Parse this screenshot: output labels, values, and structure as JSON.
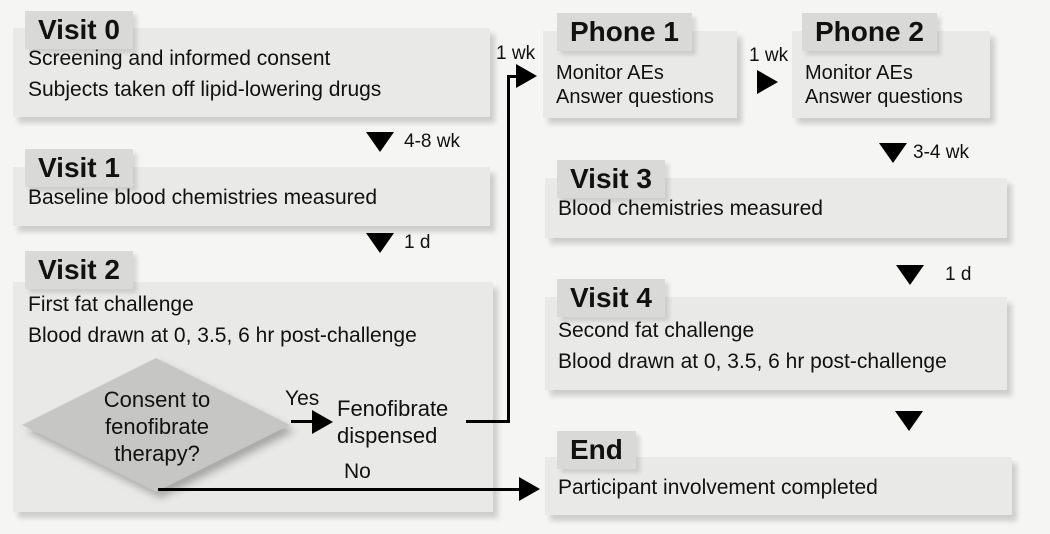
{
  "figure": {
    "description": "Clinical study protocol flowchart",
    "colors": {
      "background": "#f5f5f4",
      "box_fill": "#e9e9e8",
      "title_label_fill": "#d9d9d8",
      "diamond_fill": "#c6c6c5",
      "text": "#111111",
      "connector": "#000000"
    }
  },
  "boxes": {
    "visit0": {
      "title": "Visit 0",
      "lines": [
        "Screening and informed consent",
        "Subjects taken off lipid-lowering drugs"
      ]
    },
    "visit1": {
      "title": "Visit 1",
      "lines": [
        "Baseline blood chemistries measured"
      ]
    },
    "visit2": {
      "title": "Visit 2",
      "lines": [
        "First fat challenge",
        "Blood drawn at 0, 3.5, 6 hr post-challenge"
      ]
    },
    "phone1": {
      "title": "Phone 1",
      "lines": [
        "Monitor AEs",
        "Answer questions"
      ]
    },
    "phone2": {
      "title": "Phone 2",
      "lines": [
        "Monitor AEs",
        "Answer questions"
      ]
    },
    "visit3": {
      "title": "Visit 3",
      "lines": [
        "Blood chemistries measured"
      ]
    },
    "visit4": {
      "title": "Visit 4",
      "lines": [
        "Second fat challenge",
        "Blood drawn at 0, 3.5, 6 hr post-challenge"
      ]
    },
    "end": {
      "title": "End",
      "lines": [
        "Participant involvement completed"
      ]
    }
  },
  "decision": {
    "lines": [
      "Consent to",
      "fenofibrate",
      "therapy?"
    ]
  },
  "process": {
    "lines": [
      "Fenofibrate",
      "dispensed"
    ]
  },
  "intervals": {
    "visit0_to_visit1": "4-8 wk",
    "visit1_to_visit2": "1 d",
    "dispense_to_phone1": "1 wk",
    "phone1_to_phone2": "1 wk",
    "phone2_to_visit3": "3-4 wk",
    "visit3_to_visit4": "1 d"
  },
  "branch": {
    "yes": "Yes",
    "no": "No"
  }
}
